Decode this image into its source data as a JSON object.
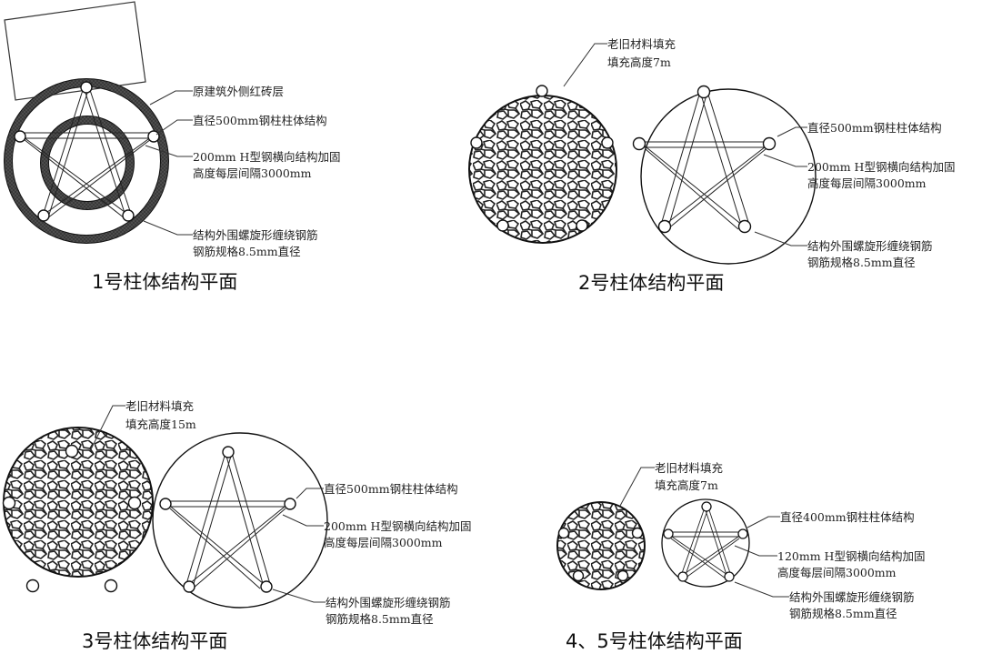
{
  "panels": [
    {
      "id": "column-1",
      "title": "1号柱体结构平面",
      "labels": {
        "brick": "原建筑外侧红砖层",
        "column": "直径500mm钢柱柱体结构",
        "beam_line1": "200mm H型钢横向结构加固",
        "beam_line2": "高度每层间隔3000mm",
        "rebar_line1": "结构外围螺旋形缠绕钢筋",
        "rebar_line2": "钢筋规格8.5mm直径"
      }
    },
    {
      "id": "column-2",
      "title": "2号柱体结构平面",
      "labels": {
        "fill_line1": "老旧材料填充",
        "fill_line2": "填充高度7m",
        "column": "直径500mm钢柱柱体结构",
        "beam_line1": "200mm H型钢横向结构加固",
        "beam_line2": "高度每层间隔3000mm",
        "rebar_line1": "结构外围螺旋形缠绕钢筋",
        "rebar_line2": "钢筋规格8.5mm直径"
      }
    },
    {
      "id": "column-3",
      "title": "3号柱体结构平面",
      "labels": {
        "fill_line1": "老旧材料填充",
        "fill_line2": "填充高度15m",
        "column": "直径500mm钢柱柱体结构",
        "beam_line1": "200mm H型钢横向结构加固",
        "beam_line2": "高度每层间隔3000mm",
        "rebar_line1": "结构外围螺旋形缠绕钢筋",
        "rebar_line2": "钢筋规格8.5mm直径"
      }
    },
    {
      "id": "column-4-5",
      "title": "4、5号柱体结构平面",
      "labels": {
        "fill_line1": "老旧材料填充",
        "fill_line2": "填充高度7m",
        "column": "直径400mm钢柱柱体结构",
        "beam_line1": "120mm H型钢横向结构加固",
        "beam_line2": "高度每层间隔3000mm",
        "rebar_line1": "结构外围螺旋形缠绕钢筋",
        "rebar_line2": "钢筋规格8.5mm直径"
      }
    }
  ]
}
